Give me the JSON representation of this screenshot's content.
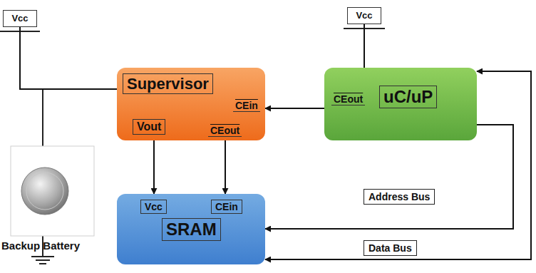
{
  "diagram": {
    "nodes": [
      {
        "text": [
          "Vcc"
        ]
      },
      {
        "text": [
          "Vcc"
        ]
      },
      {
        "text": [
          "Supervisor",
          "CEin",
          "Vout",
          "CEout"
        ]
      },
      {
        "text": [
          "CEout",
          "uC/uP"
        ]
      },
      {
        "text": [
          "Vcc",
          "CEin",
          "SRAM"
        ]
      }
    ],
    "edges": [
      {
        "from": 0,
        "to": 2,
        "arrow": "none"
      },
      {
        "from": 1,
        "to": 3,
        "arrow": "none"
      },
      {
        "from": 3,
        "to": 2,
        "arrow": "to"
      },
      {
        "from": 2,
        "to": 4,
        "arrow": "to"
      },
      {
        "from": 2,
        "to": 4,
        "arrow": "to"
      },
      {
        "from": 3,
        "to": 4,
        "arrow": "to",
        "label": "Address Bus"
      },
      {
        "from": 3,
        "to": 4,
        "arrow": "both",
        "label": "Data Bus"
      }
    ],
    "labels": [
      "Backup Battery"
    ]
  }
}
